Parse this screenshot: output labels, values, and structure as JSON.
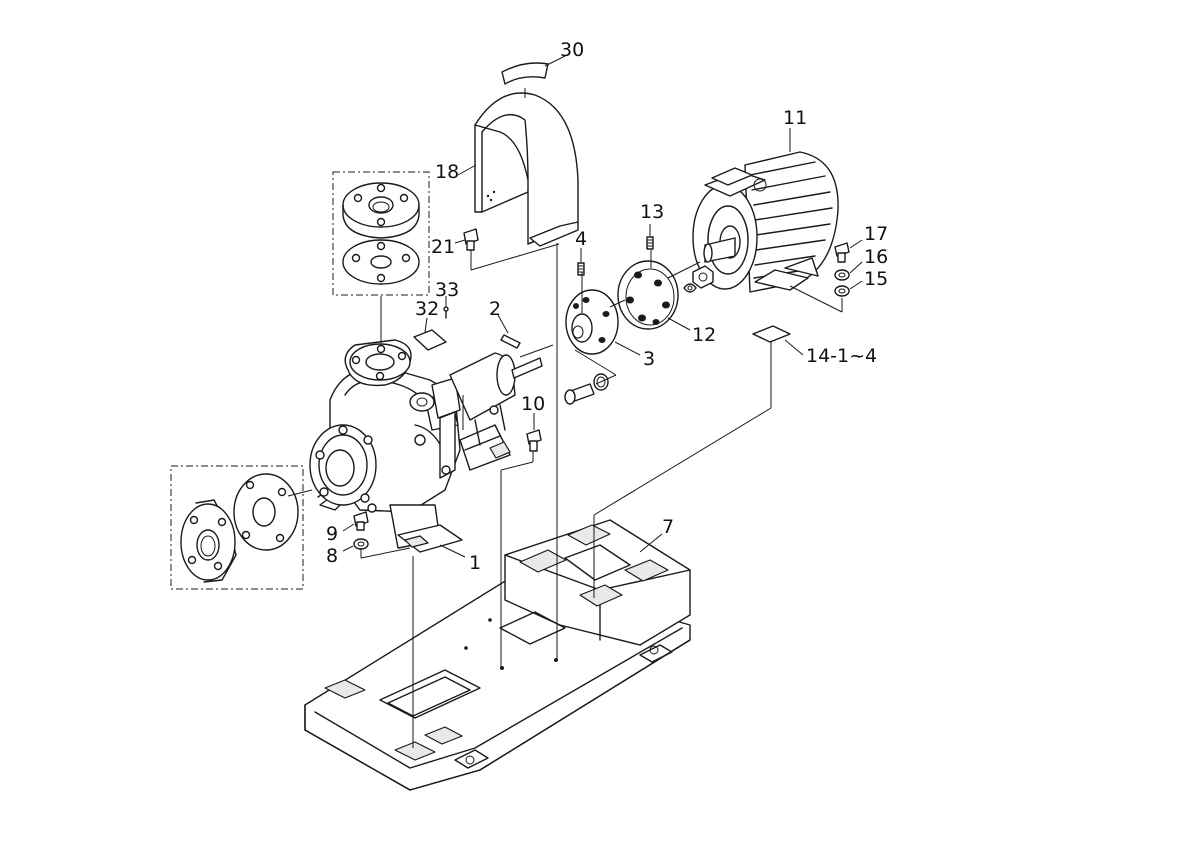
{
  "callouts": {
    "c1": "1",
    "c2": "2",
    "c3": "3",
    "c4": "4",
    "c7": "7",
    "c8": "8",
    "c9": "9",
    "c10": "10",
    "c11": "11",
    "c12": "12",
    "c13": "13",
    "c14": "14-1~4",
    "c15": "15",
    "c16": "16",
    "c17": "17",
    "c18": "18",
    "c21": "21",
    "c30": "30",
    "c32": "32",
    "c33": "33"
  }
}
